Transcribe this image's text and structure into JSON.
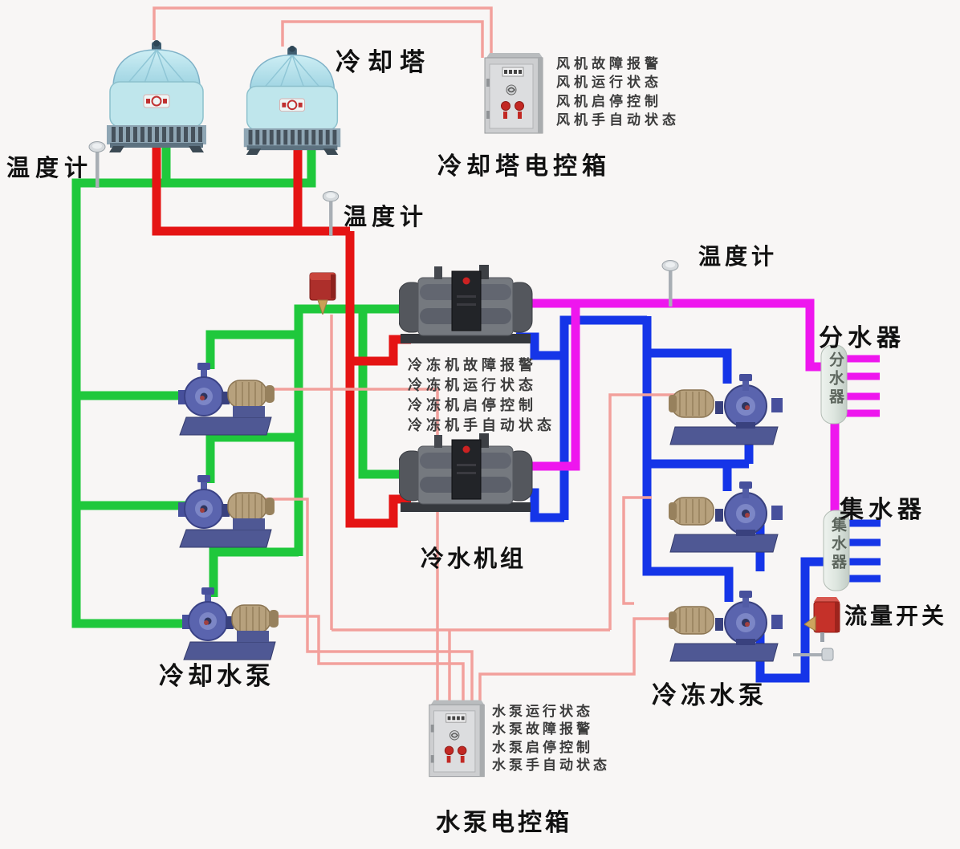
{
  "labels": {
    "thermometer_left": "温度计",
    "thermometer_mid": "温度计",
    "thermometer_right": "温度计",
    "cooling_tower": "冷却塔",
    "tower_box_title": "冷却塔电控箱",
    "tower_box_lines": [
      "风机故障报警",
      "风机运行状态",
      "风机启停控制",
      "风机手自动状态"
    ],
    "chiller_lines": [
      "冷冻机故障报警",
      "冷冻机运行状态",
      "冷冻机启停控制",
      "冷冻机手自动状态"
    ],
    "chiller_unit": "冷水机组",
    "cooling_pump": "冷却水泵",
    "chilled_pump": "冷冻水泵",
    "distributor": "分水器",
    "distributor_body": "分水器",
    "collector": "集水器",
    "collector_body": "集水器",
    "flow_switch": "流量开关",
    "pump_box_title": "水泵电控箱",
    "pump_box_lines": [
      "水泵运行状态",
      "水泵故障报警",
      "水泵启停控制",
      "水泵手自动状态"
    ]
  },
  "colors": {
    "cooling_supply_green": "#1fc83c",
    "cooling_return_red": "#e51414",
    "chilled_return_blue": "#1535e8",
    "chilled_supply_magenta": "#ee16ee",
    "control_wire_pink": "#f2a09c"
  }
}
